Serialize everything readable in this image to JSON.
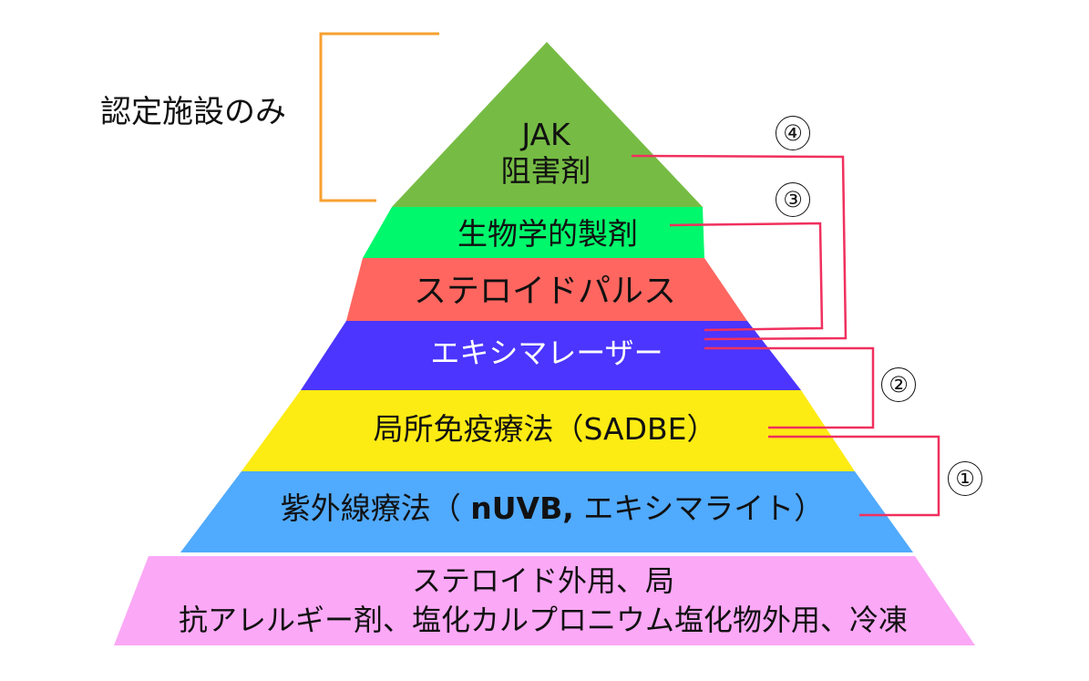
{
  "side_label": "認定施設のみ",
  "colors": {
    "bracket_orange": "#F7A030",
    "connector_pink": "#F0305E",
    "layer_jak": "#76BC44",
    "layer_bio": "#00F86C",
    "layer_pulse": "#FF6660",
    "layer_excimer_laser": "#4B35FF",
    "layer_sadbe": "#FDEB14",
    "layer_uv": "#50AAFE",
    "layer_base": "#FBA8F6"
  },
  "layers": [
    {
      "id": "jak",
      "lines": [
        "JAK",
        "阻害剤"
      ]
    },
    {
      "id": "bio",
      "lines": [
        "生物学的製剤"
      ]
    },
    {
      "id": "pulse",
      "lines": [
        "ステロイドパルス"
      ]
    },
    {
      "id": "excimer_laser",
      "lines": [
        "エキシマレーザー"
      ]
    },
    {
      "id": "sadbe",
      "lines": [
        "局所免疫療法（SADBE）"
      ]
    },
    {
      "id": "uv",
      "prefix": "紫外線療法（ ",
      "bold": "nUVB,",
      "suffix": " エキシマライト）"
    },
    {
      "id": "base",
      "lines": [
        "ステロイド外用、局",
        "抗アレルギー剤、塩化カルプロニウム塩化物外用、冷凍"
      ]
    }
  ],
  "step_markers": [
    "①",
    "②",
    "③",
    "④"
  ]
}
